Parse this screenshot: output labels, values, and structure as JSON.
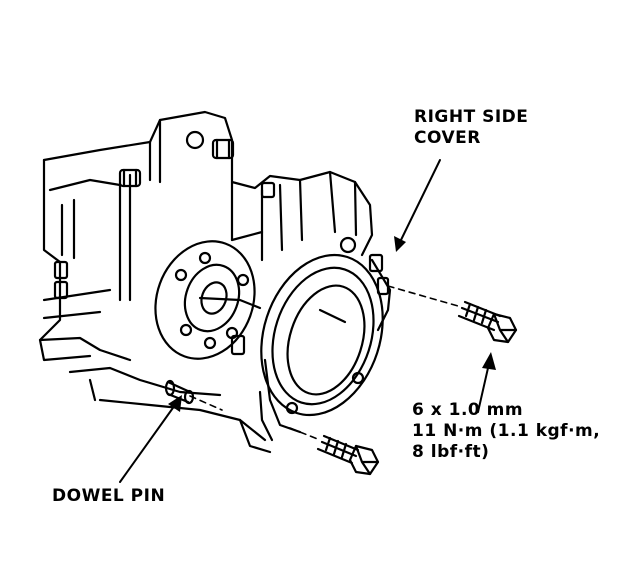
{
  "labels": {
    "right_side_cover": [
      "RIGHT SIDE",
      "COVER"
    ],
    "bolt_spec": [
      "6 x 1.0 mm",
      "11 N·m (1.1 kgf·m,",
      "8 lbf·ft)"
    ],
    "dowel_pin": "DOWEL PIN"
  },
  "colors": {
    "ink": "#000000",
    "paper": "#ffffff"
  }
}
